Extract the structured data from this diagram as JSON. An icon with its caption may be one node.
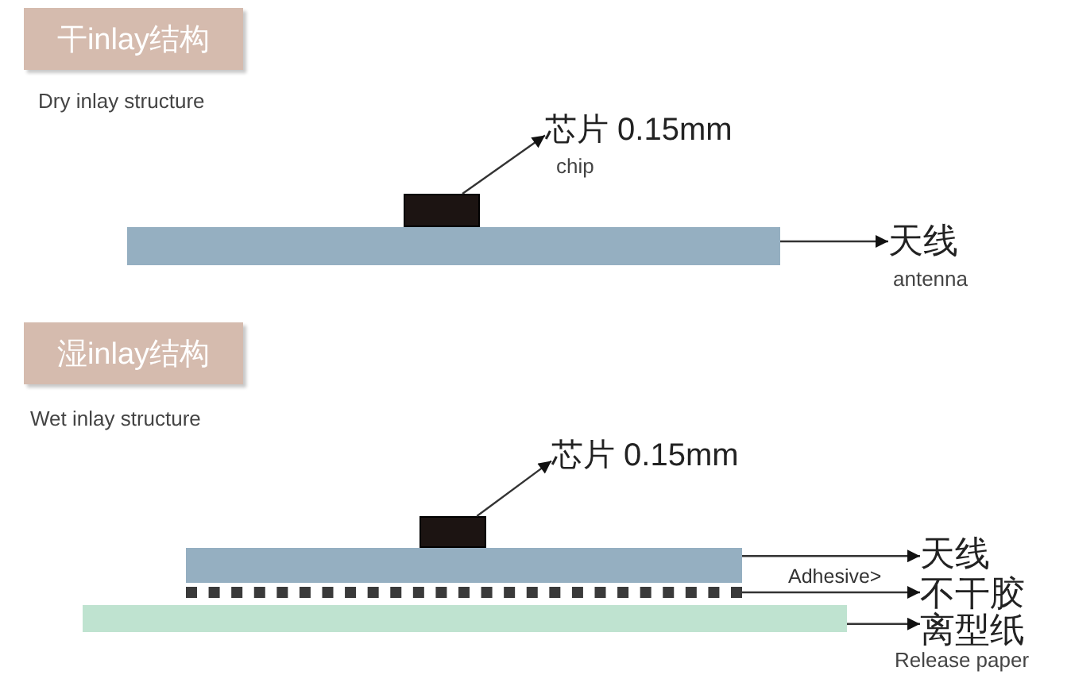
{
  "diagram": {
    "nodes": [
      {
        "text": [
          "干inlay结构"
        ],
        "beside": [
          "Dry inlay structure"
        ]
      },
      {
        "text": [],
        "shape": "box"
      },
      {
        "text": [
          "芯片 0.15mm"
        ],
        "beside": [
          "chip"
        ]
      },
      {
        "text": [],
        "shape": "bar"
      },
      {
        "text": [
          "天线"
        ],
        "beside": [
          "antenna"
        ]
      },
      {
        "text": [
          "湿inlay结构"
        ],
        "beside": [
          "Wet inlay structure"
        ]
      },
      {
        "text": [],
        "shape": "box"
      },
      {
        "text": [
          "芯片 0.15mm"
        ]
      },
      {
        "text": [],
        "shape": "bar"
      },
      {
        "text": [],
        "shape": "bar"
      },
      {
        "text": [],
        "shape": "bar"
      },
      {
        "text": [
          "天线"
        ]
      },
      {
        "text": [
          "不干胶"
        ]
      },
      {
        "text": [
          "离型纸"
        ],
        "beside": [
          "Release paper"
        ]
      }
    ],
    "edges": [
      {
        "from": 1,
        "to": 2,
        "arrow": "to"
      },
      {
        "from": 3,
        "to": 4,
        "arrow": "to"
      },
      {
        "from": 6,
        "to": 7,
        "arrow": "to"
      },
      {
        "from": 8,
        "to": 11,
        "arrow": "to"
      },
      {
        "from": 9,
        "to": 12,
        "arrow": "to",
        "label": "Adhesive>"
      },
      {
        "from": 10,
        "to": 13,
        "arrow": "to"
      }
    ]
  }
}
